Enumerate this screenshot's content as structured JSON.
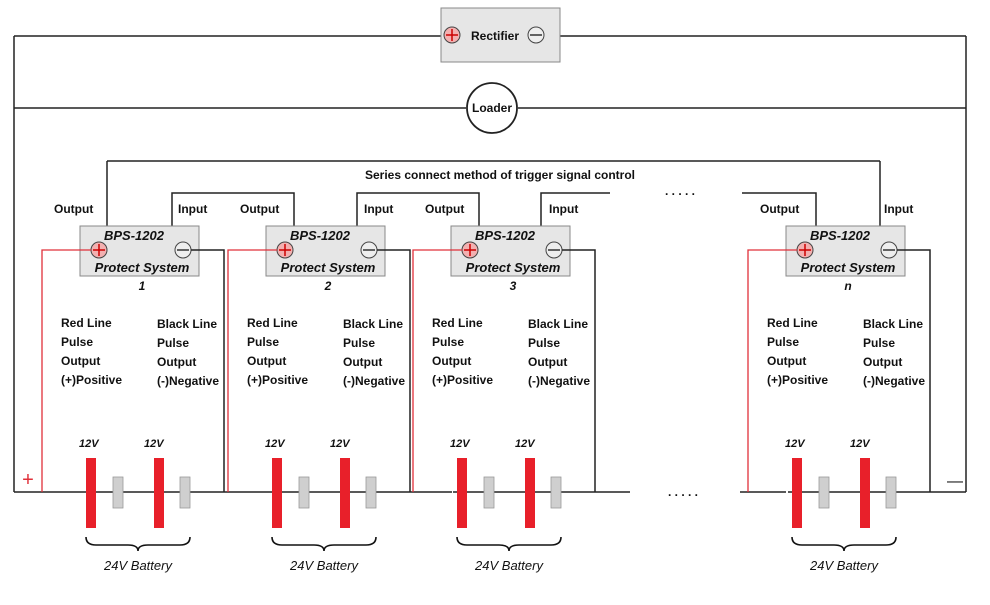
{
  "rectifier": {
    "label": "Rectifier"
  },
  "loader": {
    "label": "Loader"
  },
  "trigger_label": "Series connect method of trigger signal control",
  "dots": ". . . . .",
  "polarity": {
    "plus": "+",
    "minus": "—"
  },
  "modules": [
    {
      "title": "BPS-1202",
      "subtitle": "Protect System",
      "number": "1",
      "output_label": "Output",
      "input_label": "Input",
      "red_lines": [
        "Red Line",
        "Pulse",
        "Output",
        "(+)Positive"
      ],
      "black_lines": [
        "Black Line",
        "Pulse",
        "Output",
        "(-)Negative"
      ],
      "voltages": [
        "12V",
        "12V"
      ],
      "battery_label": "24V Battery"
    },
    {
      "title": "BPS-1202",
      "subtitle": "Protect System",
      "number": "2",
      "output_label": "Output",
      "input_label": "Input",
      "red_lines": [
        "Red Line",
        "Pulse",
        "Output",
        "(+)Positive"
      ],
      "black_lines": [
        "Black Line",
        "Pulse",
        "Output",
        "(-)Negative"
      ],
      "voltages": [
        "12V",
        "12V"
      ],
      "battery_label": "24V Battery"
    },
    {
      "title": "BPS-1202",
      "subtitle": "Protect System",
      "number": "3",
      "output_label": "Output",
      "input_label": "Input",
      "red_lines": [
        "Red Line",
        "Pulse",
        "Output",
        "(+)Positive"
      ],
      "black_lines": [
        "Black Line",
        "Pulse",
        "Output",
        "(-)Negative"
      ],
      "voltages": [
        "12V",
        "12V"
      ],
      "battery_label": "24V Battery"
    },
    {
      "title": "BPS-1202",
      "subtitle": "Protect System",
      "number": "n",
      "output_label": "Output",
      "input_label": "Input",
      "red_lines": [
        "Red Line",
        "Pulse",
        "Output",
        "(+)Positive"
      ],
      "black_lines": [
        "Black Line",
        "Pulse",
        "Output",
        "(-)Negative"
      ],
      "voltages": [
        "12V",
        "12V"
      ],
      "battery_label": "24V Battery"
    }
  ],
  "colors": {
    "positive": "#e0303a",
    "battery_red": "#e8202a",
    "battery_gray": "#cfcfcf",
    "box_fill": "#e6e6e6"
  }
}
